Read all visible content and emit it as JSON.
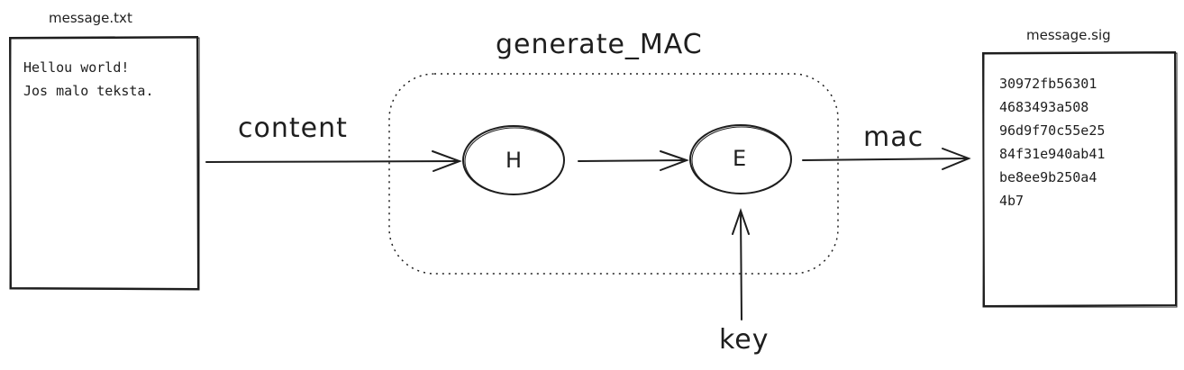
{
  "diagram": {
    "input_file": {
      "title": "message.txt",
      "lines": [
        "Hellou world!",
        "Jos malo teksta."
      ]
    },
    "process": {
      "title": "generate_MAC",
      "hash_node": "H",
      "encrypt_node": "E"
    },
    "output_file": {
      "title": "message.sig",
      "lines": [
        "30972fb56301",
        "4683493a508",
        "96d9f70c55e25",
        "84f31e940ab41",
        "be8ee9b250a4",
        "4b7"
      ]
    },
    "edges": {
      "content_label": "content",
      "mac_label": "mac",
      "key_label": "key"
    }
  }
}
